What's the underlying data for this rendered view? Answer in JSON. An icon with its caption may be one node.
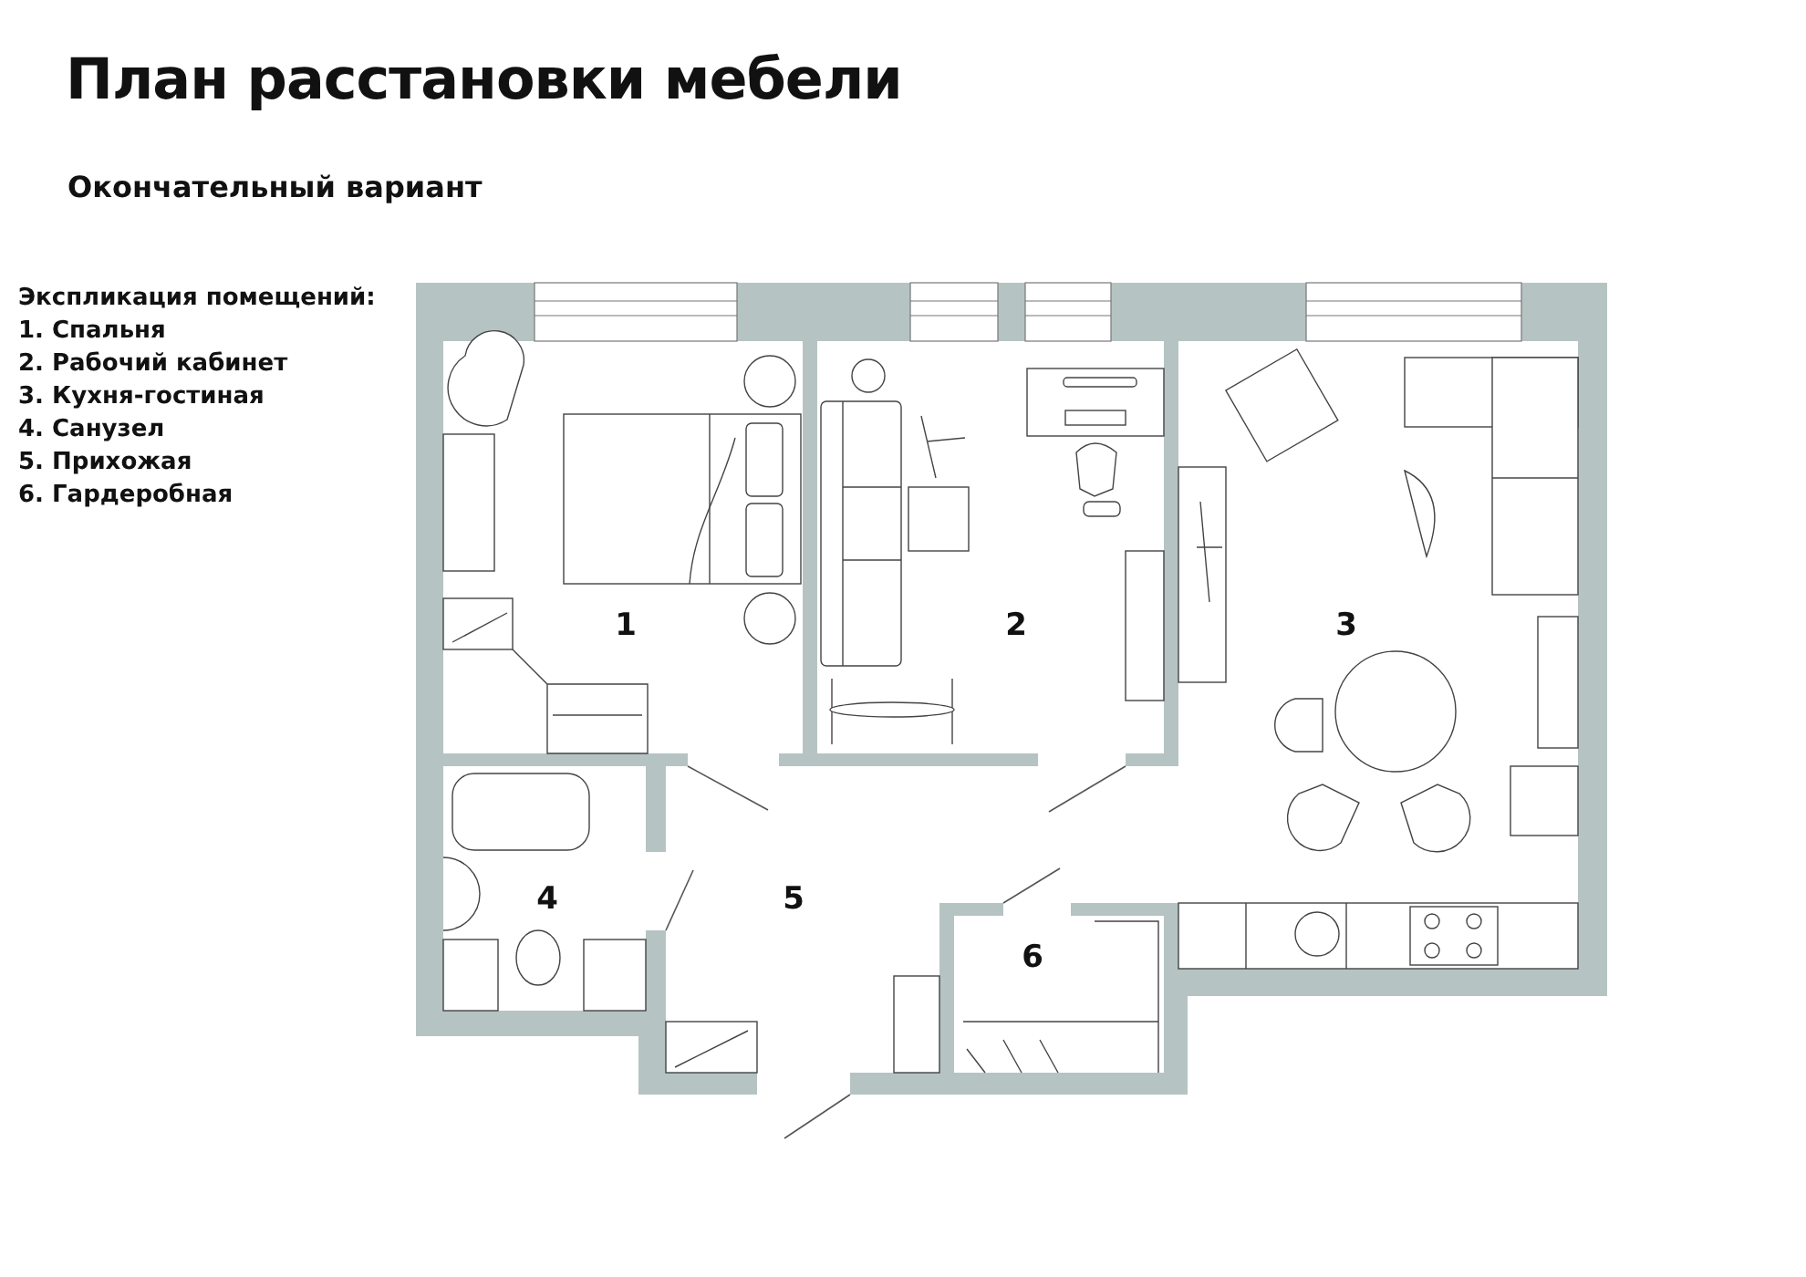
{
  "diagram": {
    "title": "План расстановки мебели",
    "labels": [
      "Окончательный вариант",
      "Экспликация помещений:",
      "1. Спальня",
      "2. Рабочий кабинет",
      "3. Кухня-гостиная",
      "4. Санузел",
      "5. Прихожая",
      "6. Гардеробная",
      "1",
      "2",
      "3",
      "4",
      "5",
      "6"
    ]
  }
}
